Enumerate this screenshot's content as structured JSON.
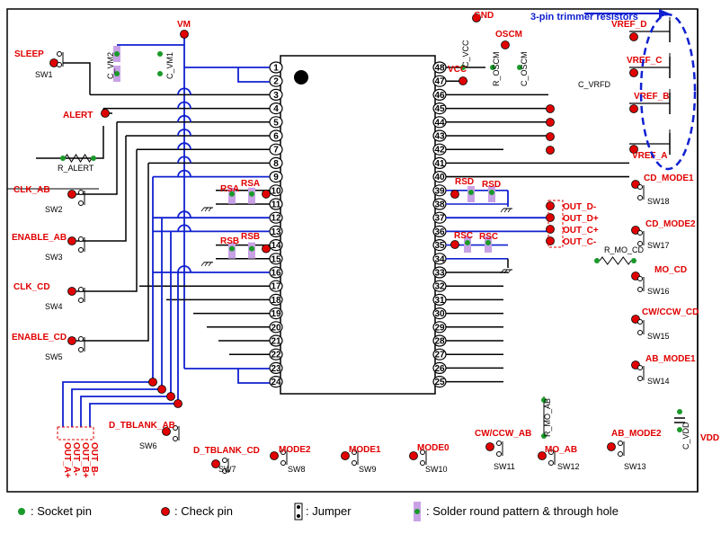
{
  "left_labels": [
    "SLEEP",
    "ALERT",
    "CLK_AB",
    "ENABLE_AB",
    "CLK_CD",
    "ENABLE_CD"
  ],
  "left_switches": [
    "SW1",
    "SW2",
    "SW3",
    "SW4",
    "SW5"
  ],
  "top_labels": {
    "vm": "VM",
    "gnd": "GND",
    "oscm": "OSCM",
    "vcc": "VCC",
    "c_vm2": "C_VM2",
    "c_vm1": "C_VM1",
    "c_vcc": "C_VCC",
    "r_oscm": "R_OSCM",
    "c_oscm": "C_OSCM"
  },
  "trimmer_note": "3-pin trimmer resistors",
  "vref_labels": [
    "VREF_D",
    "VREF_C",
    "VREF_B",
    "VREF_A"
  ],
  "c_vrfd": "C_VRFD",
  "r_alert": "R_ALERT",
  "sense": {
    "rsa": "RSA",
    "rsb": "RSB",
    "rsc": "RSC",
    "rsd": "RSD"
  },
  "out_right": [
    "OUT_D-",
    "OUT_D+",
    "OUT_C+",
    "OUT_C-"
  ],
  "out_left": [
    "OUT_A+",
    "OUT_A-",
    "OUT_B+",
    "OUT_B-"
  ],
  "right_labels": [
    "CD_MODE1",
    "CD_MODE2",
    "MO_CD",
    "CW/CCW_CD",
    "AB_MODE1"
  ],
  "right_switches": [
    "SW18",
    "SW17",
    "SW16",
    "SW15",
    "SW14"
  ],
  "r_mo_cd": "R_MO_CD",
  "bottom_labels": [
    "D_TBLANK_AB",
    "D_TBLANK_CD",
    "MODE2",
    "MODE1",
    "MODE0",
    "CW/CCW_AB",
    "MO_AB",
    "AB_MODE2"
  ],
  "bottom_switches": [
    "SW6",
    "SW7",
    "SW8",
    "SW9",
    "SW10",
    "SW11",
    "SW12",
    "SW13"
  ],
  "r_mo_ab": "R_MO_AB",
  "c_vdd": "C_VDD",
  "vdd": "VDD",
  "pins_left": [
    "1",
    "2",
    "3",
    "4",
    "5",
    "6",
    "7",
    "8",
    "9",
    "10",
    "11",
    "12",
    "13",
    "14",
    "15",
    "16",
    "17",
    "18",
    "19",
    "20",
    "21",
    "22",
    "23",
    "24"
  ],
  "pins_right": [
    "48",
    "47",
    "46",
    "45",
    "44",
    "43",
    "42",
    "41",
    "40",
    "39",
    "38",
    "37",
    "36",
    "35",
    "34",
    "33",
    "32",
    "31",
    "30",
    "29",
    "28",
    "27",
    "26",
    "25"
  ],
  "legend": {
    "socket": ": Socket pin",
    "check": ": Check pin",
    "jumper": ": Jumper",
    "solder": ": Solder round pattern & through hole"
  }
}
